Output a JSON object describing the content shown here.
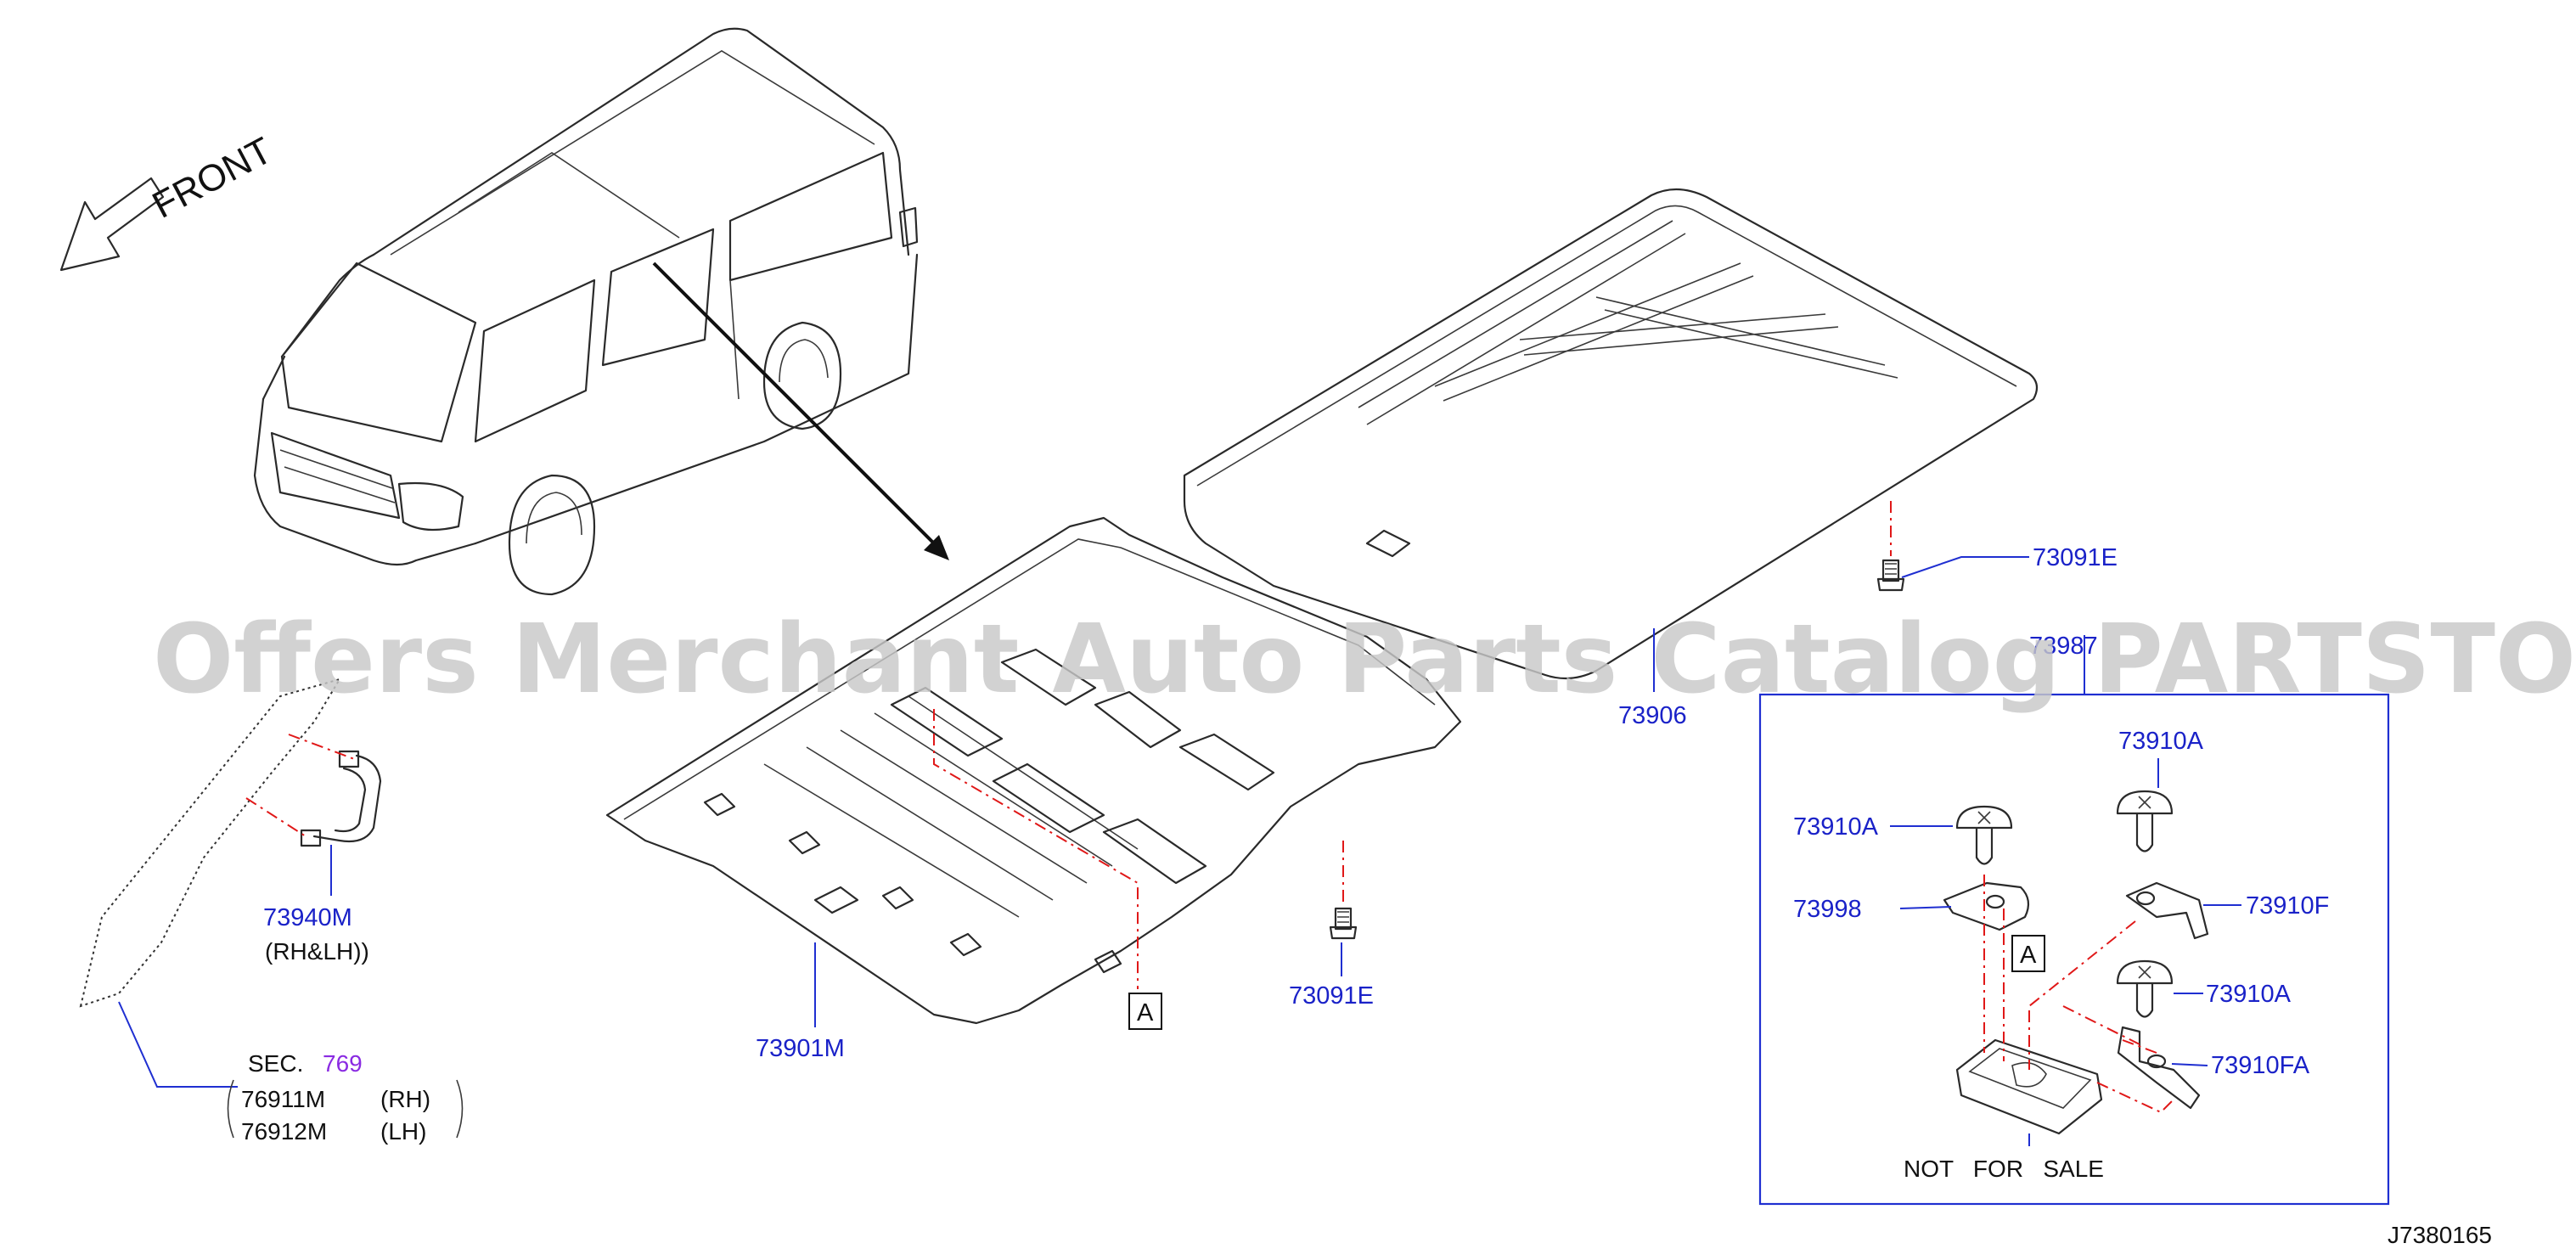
{
  "direction": {
    "label": "FRONT"
  },
  "watermark": {
    "text": "Offers Merchant Auto Parts Catalog PARTSTORE.SA"
  },
  "parts": {
    "p73091E_top": "73091E",
    "p73906": "73906",
    "p73987": "73987",
    "p73910A_1": "73910A",
    "p73910A_2": "73910A",
    "p73910A_3": "73910A",
    "p73998": "73998",
    "p73910F": "73910F",
    "p73910FA": "73910FA",
    "p73940M": "73940M",
    "p73940M_note": "(RH&LH))",
    "p73901M": "73901M",
    "p73091E_bottom": "73091E"
  },
  "section": {
    "prefix": "SEC.",
    "number": "769",
    "row1_part": "76911M",
    "row1_side": "(RH)",
    "row2_part": "76912M",
    "row2_side": "(LH)"
  },
  "ref_marks": {
    "a1": "A",
    "a2": "A"
  },
  "not_for_sale": "NOT   FOR   SALE",
  "diagram_id": "J7380165",
  "colors": {
    "part_number": "#1a22c8",
    "section_ref": "#8a2be2",
    "ref_line": "#e01818"
  }
}
